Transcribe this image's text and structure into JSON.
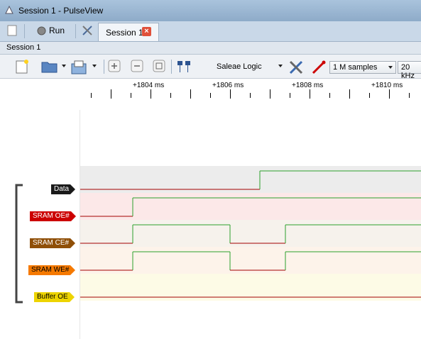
{
  "window": {
    "title": "Session 1 - PulseView"
  },
  "tabs": {
    "run_label": "Run",
    "session_tab_label": "Session 1",
    "close_glyph": "×"
  },
  "session_header": {
    "label": "Session 1"
  },
  "toolbar": {
    "device": "Saleae Logic",
    "samples": "1 M samples",
    "samplerate": "20 kHz"
  },
  "ruler": {
    "labels": [
      "+1804 ms",
      "+1806 ms",
      "+1808 ms",
      "+1810 ms"
    ]
  },
  "traces": [
    {
      "label": "Data",
      "label_bg": "#1a1a1a",
      "label_fg": "#ffffff",
      "row_bg": "#ececec"
    },
    {
      "label": "SRAM OE#",
      "label_bg": "#cc0000",
      "label_fg": "#ffffff",
      "row_bg": "#fce8e8"
    },
    {
      "label": "SRAM CE#",
      "label_bg": "#8f4f07",
      "label_fg": "#ffffff",
      "row_bg": "#f6f2ec"
    },
    {
      "label": "SRAM WE#",
      "label_bg": "#f57900",
      "label_fg": "#000000",
      "row_bg": "#fdf3ea"
    },
    {
      "label": "Buffer OE",
      "label_bg": "#edd400",
      "label_fg": "#000000",
      "row_bg": "#fdfbe6"
    }
  ],
  "colors": {
    "trace_high": "#2ca02c",
    "trace_low": "#a40000"
  }
}
